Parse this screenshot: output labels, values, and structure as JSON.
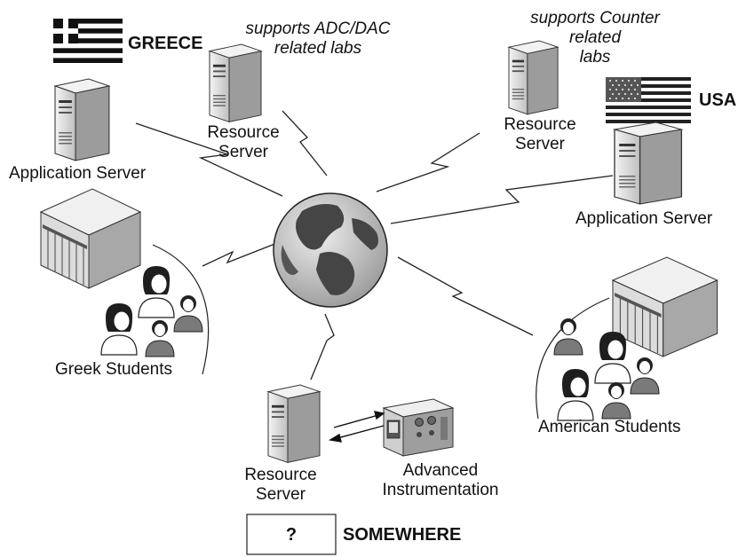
{
  "colors": {
    "line": "#222222",
    "server_light": "#e6e6e6",
    "server_mid": "#bdbdbd",
    "server_dark": "#8a8a8a",
    "globe_ocean": "#c8c8c8",
    "globe_land": "#4a4a4a",
    "person": "#7a7a7a",
    "person_dark": "#222222"
  },
  "icons": {
    "server": "server-tower-icon",
    "globe": "globe-icon",
    "building": "university-building-icon",
    "students": "student-group-icon",
    "instrument": "lab-instrument-icon",
    "flag_greece": "greece-flag-icon",
    "flag_usa": "usa-flag-icon"
  },
  "labels": {
    "greece": "GREECE",
    "usa": "USA",
    "somewhere": "SOMEWHERE",
    "unknown_box": "?",
    "app_server_greece": "Application Server",
    "app_server_usa": "Application Server",
    "greek_students": "Greek Students",
    "american_students": "American Students",
    "advanced_instrumentation": [
      "Advanced",
      "Instrumentation"
    ],
    "resource_server_adc": [
      "Resource",
      "Server"
    ],
    "resource_server_counter": [
      "Resource",
      "Server"
    ],
    "resource_server_bottom": [
      "Resource",
      "Server"
    ],
    "supports_adc": [
      "supports ADC/DAC",
      "related labs"
    ],
    "supports_counter": [
      "supports Counter",
      "related",
      "labs"
    ]
  }
}
